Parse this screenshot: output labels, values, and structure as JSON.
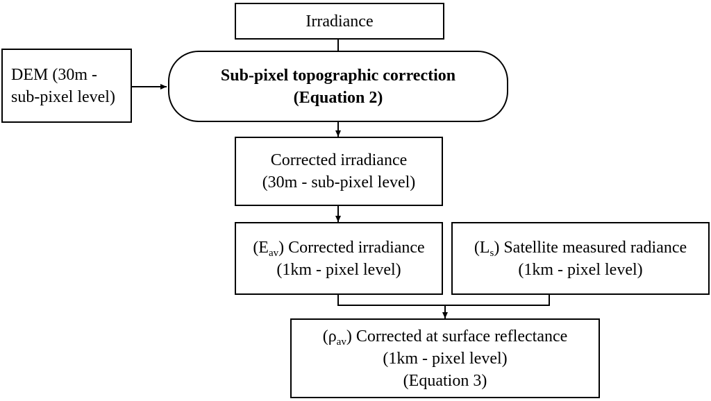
{
  "nodes": {
    "irradiance": {
      "lines": [
        "Irradiance"
      ]
    },
    "dem": {
      "lines": [
        "DEM (30m -",
        "sub-pixel level)"
      ]
    },
    "topo_correction": {
      "lines": [
        "Sub-pixel topographic correction",
        "(Equation 2)"
      ]
    },
    "corrected_irradiance_30m": {
      "lines": [
        "Corrected irradiance",
        "(30m - sub-pixel level)"
      ]
    },
    "eav": {
      "prefix_open": "(E",
      "subscript": "av",
      "prefix_close": ")",
      "label": " Corrected irradiance",
      "line2": "(1km - pixel level)"
    },
    "ls": {
      "prefix_open": "(L",
      "subscript": "s",
      "prefix_close": ")",
      "label": " Satellite measured radiance",
      "line2": "(1km - pixel level)"
    },
    "rho_av": {
      "prefix_open": "(ρ",
      "subscript": "av",
      "prefix_close": ")",
      "label": " Corrected at surface reflectance",
      "line2": "(1km - pixel level)",
      "line3": "(Equation 3)"
    }
  }
}
